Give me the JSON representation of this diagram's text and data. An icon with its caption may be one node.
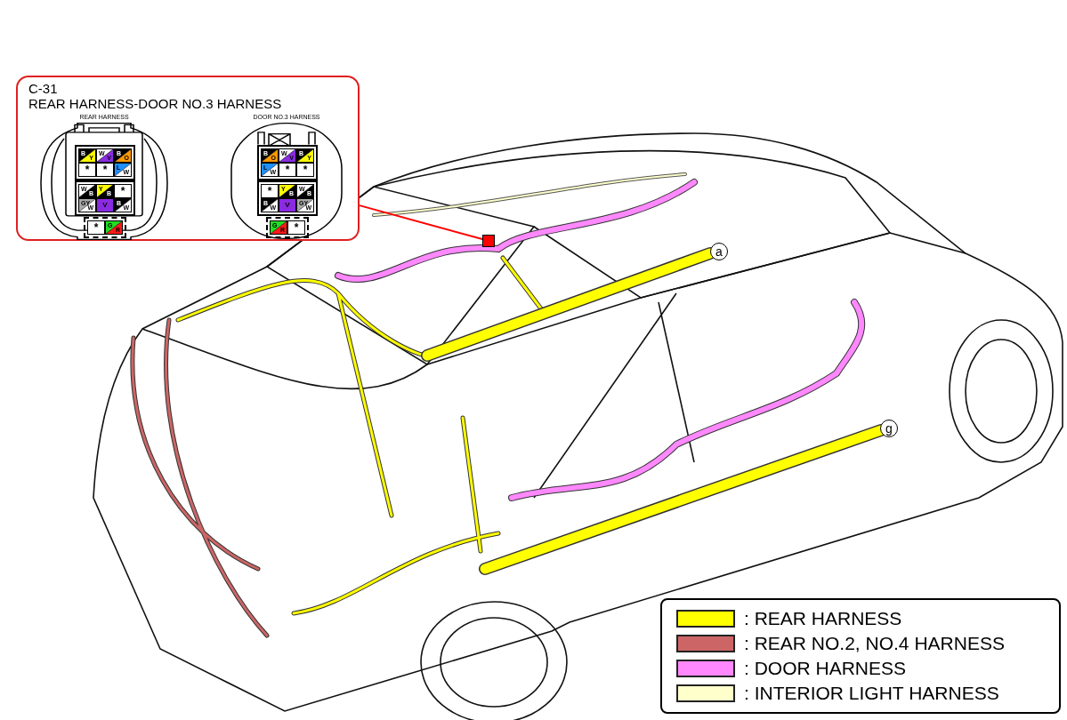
{
  "diagram": {
    "nodes": [
      {
        "text": [
          "C-31",
          "REAR HARNESS-DOOR NO.3 HARNESS"
        ]
      },
      {
        "text": [
          "REAR HARNESS"
        ],
        "in": 0
      },
      {
        "text": [
          "DOOR NO.3 HARNESS"
        ],
        "in": 0
      },
      {
        "text": [],
        "shape": "box"
      },
      {
        "text": [
          "a"
        ]
      },
      {
        "text": [
          "g"
        ]
      }
    ],
    "edges": [
      {
        "from": 0,
        "to": 3,
        "arrow": "none",
        "color": "#ff0000"
      }
    ],
    "labels": [
      "B",
      "Y",
      "W",
      "V",
      "B",
      "O",
      "*",
      "*",
      "L",
      "W",
      "W",
      "B",
      "Y",
      "B",
      "*",
      "GY",
      "W",
      "V",
      "B",
      "W",
      "*",
      "G",
      "R",
      "B",
      "O",
      "W",
      "V",
      "B",
      "Y",
      "L",
      "W",
      "*",
      "*",
      "*",
      "Y",
      "B",
      "W",
      "B",
      "B",
      "W",
      "V",
      "GY",
      "W",
      "G",
      "R",
      "*"
    ],
    "legend": [
      {
        "text": ": REAR HARNESS",
        "color": "#ffff00"
      },
      {
        "text": ": REAR NO.2, NO.4 HARNESS",
        "color": "#cc6666"
      },
      {
        "text": ": DOOR HARNESS",
        "color": "#ff88ff"
      },
      {
        "text": ": INTERIOR LIGHT HARNESS",
        "color": "#ffffcc"
      }
    ]
  }
}
